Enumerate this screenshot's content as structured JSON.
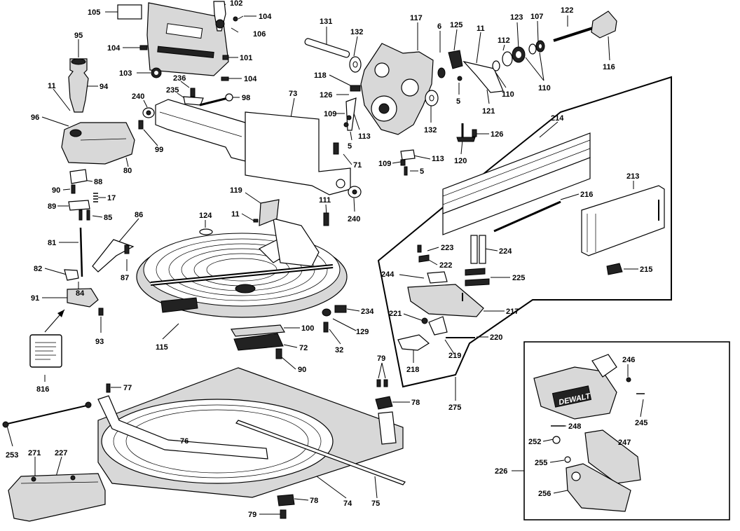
{
  "diagram": {
    "callouts": {
      "c102": "102",
      "c105": "105",
      "c104a": "104",
      "c106": "106",
      "c104b": "104",
      "c101": "101",
      "c103": "103",
      "c104c": "104",
      "c95": "95",
      "c94": "94",
      "c11a": "11",
      "c96": "96",
      "c240a": "240",
      "c236": "236",
      "c235": "235",
      "c98": "98",
      "c99": "99",
      "c80": "80",
      "c88": "88",
      "c90a": "90",
      "c17": "17",
      "c89": "89",
      "c85": "85",
      "c81": "81",
      "c82": "82",
      "c84": "84",
      "c91": "91",
      "c93": "93",
      "c86": "86",
      "c87": "87",
      "c816": "816",
      "c115": "115",
      "c124": "124",
      "c11b": "11",
      "c119": "119",
      "c131": "131",
      "c132a": "132",
      "c117": "117",
      "c6": "6",
      "c125": "125",
      "c11c": "11",
      "c123": "123",
      "c107": "107",
      "c122": "122",
      "c116": "116",
      "c112": "112",
      "c110a": "110",
      "c110b": "110",
      "c118": "118",
      "c126a": "126",
      "c109a": "109",
      "c113a": "113",
      "c5a": "5",
      "c132b": "132",
      "c5b": "5",
      "c121": "121",
      "c126b": "126",
      "c120": "120",
      "c113b": "113",
      "c109b": "109",
      "c5c": "5",
      "c73": "73",
      "c71": "71",
      "c111": "111",
      "c240b": "240",
      "c214": "214",
      "c213": "213",
      "c216": "216",
      "c223": "223",
      "c224": "224",
      "c222": "222",
      "c244": "244",
      "c225": "225",
      "c215": "215",
      "c221": "221",
      "c217": "217",
      "c220": "220",
      "c218": "218",
      "c219": "219",
      "c275": "275",
      "c234": "234",
      "c100": "100",
      "c129": "129",
      "c72": "72",
      "c32": "32",
      "c90b": "90",
      "c79a": "79",
      "c78a": "78",
      "c77": "77",
      "c76": "76",
      "c253": "253",
      "c271": "271",
      "c227": "227",
      "c74": "74",
      "c75": "75",
      "c78b": "78",
      "c79b": "79",
      "c246": "246",
      "c245": "245",
      "c248": "248",
      "c252": "252",
      "c247": "247",
      "c255": "255",
      "c226": "226",
      "c256": "256"
    },
    "guard_brand": "DEWALT"
  }
}
